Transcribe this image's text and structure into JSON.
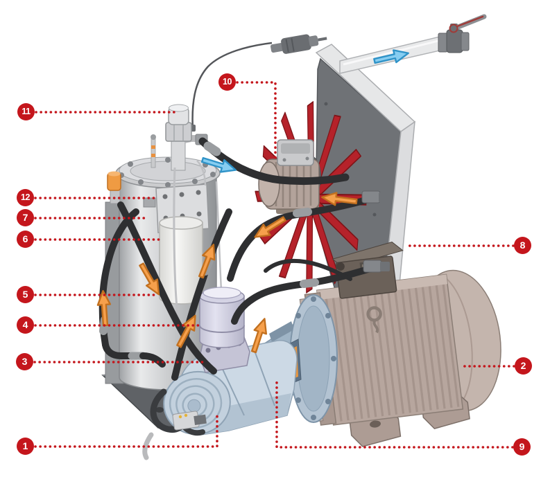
{
  "diagram": {
    "callouts": [
      {
        "number": "1"
      },
      {
        "number": "2"
      },
      {
        "number": "3"
      },
      {
        "number": "4"
      },
      {
        "number": "5"
      },
      {
        "number": "6"
      },
      {
        "number": "7"
      },
      {
        "number": "8"
      },
      {
        "number": "9"
      },
      {
        "number": "10"
      },
      {
        "number": "11"
      },
      {
        "number": "12"
      }
    ],
    "colors": {
      "callout_red": "#c4161c",
      "leader_dot_red": "#c4161c",
      "fan_red": "#b5222a",
      "flow_arrow_orange": "#f6a04c",
      "flow_arrow_blue": "#86cdf1",
      "hose_black": "#2e2f31",
      "motor_taupe": "#b7a69e",
      "airend_blue_grey": "#ccd9e5",
      "tank_grey": "#c8c9cc"
    }
  }
}
